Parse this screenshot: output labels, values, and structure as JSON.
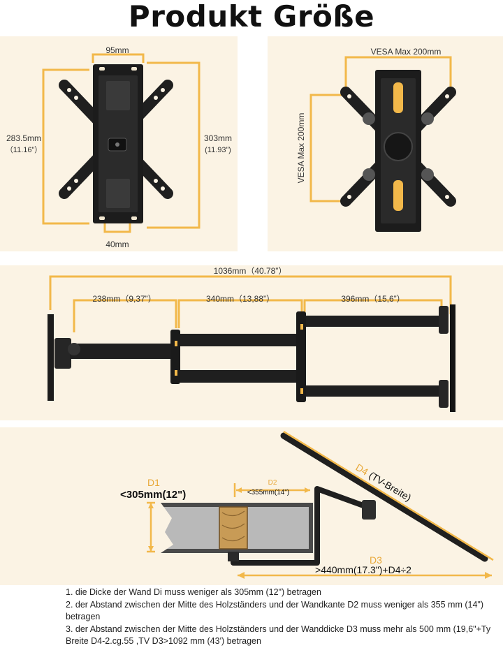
{
  "title": "Produkt Größe",
  "colors": {
    "accent": "#f2b84a",
    "panel": "#fbf3e4",
    "metal": "#1f1f1f",
    "wood": "#c89b56"
  },
  "plate": {
    "top_width": "95mm",
    "left_height": "283.5mm",
    "left_height_in": "（11.16”）",
    "right_height": "303mm",
    "right_height_in": "(11.93”)",
    "bottom_width": "40mm"
  },
  "vesa": {
    "horizontal": "VESA Max 200mm",
    "vertical": "VESA Max 200mm"
  },
  "arm": {
    "total": "1036mm（40.78”）",
    "seg1": "238mm（9,37”）",
    "seg2": "340mm（13,88”）",
    "seg3": "396mm（15,6”）"
  },
  "install": {
    "d1_label": "D1",
    "d1_value": "<305mm(12\")",
    "d2_label": "D2",
    "d2_value": "<355mm(14\")",
    "d3_label": "D3",
    "d3_value": ">440mm(17.3\")+D4÷2",
    "d4_label": "D4",
    "d4_suffix": "(TV-Breite)"
  },
  "notes": [
    "1. die Dicke der Wand Di muss weniger als 305mm (12\") betragen",
    "2. der Abstand zwischen der Mitte des Holzständers und der Wandkante D2 muss weniger als 355 mm (14\") betragen",
    "3. der Abstand zwischen der Mitte des Holzständers und der Wanddicke D3 muss mehr als 500 mm (19,6\"+Ty Breite D4-2.cg.55 ,TV D3>1092 mm (43') betragen"
  ]
}
